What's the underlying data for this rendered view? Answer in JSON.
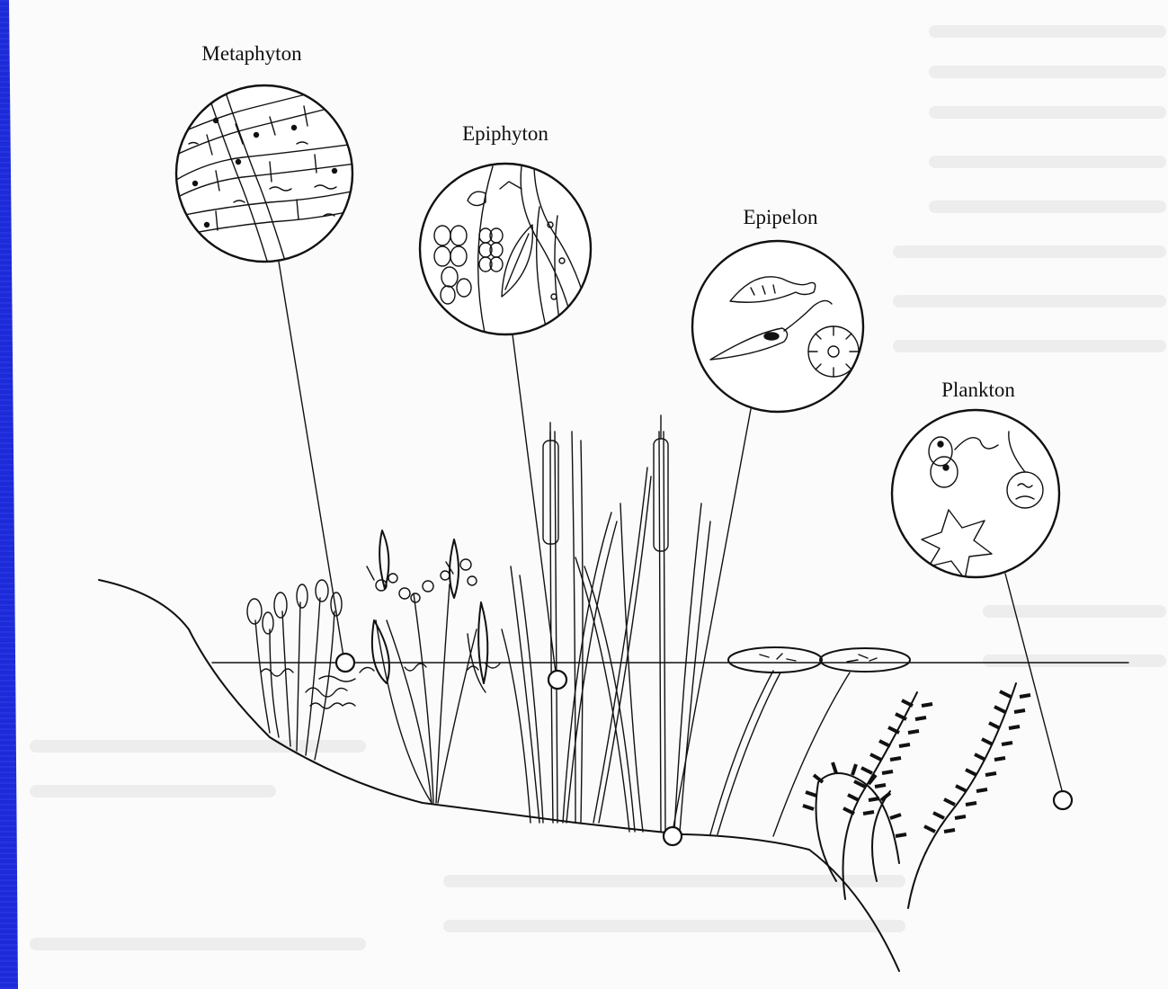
{
  "figure": {
    "labels": {
      "metaphyton": "Metaphyton",
      "epiphyton": "Epiphyton",
      "epipelon": "Epipelon",
      "plankton": "Plankton"
    }
  },
  "colors": {
    "slide_background": "#1d2ad8",
    "paper": "#ffffff",
    "ink": "#111111"
  }
}
